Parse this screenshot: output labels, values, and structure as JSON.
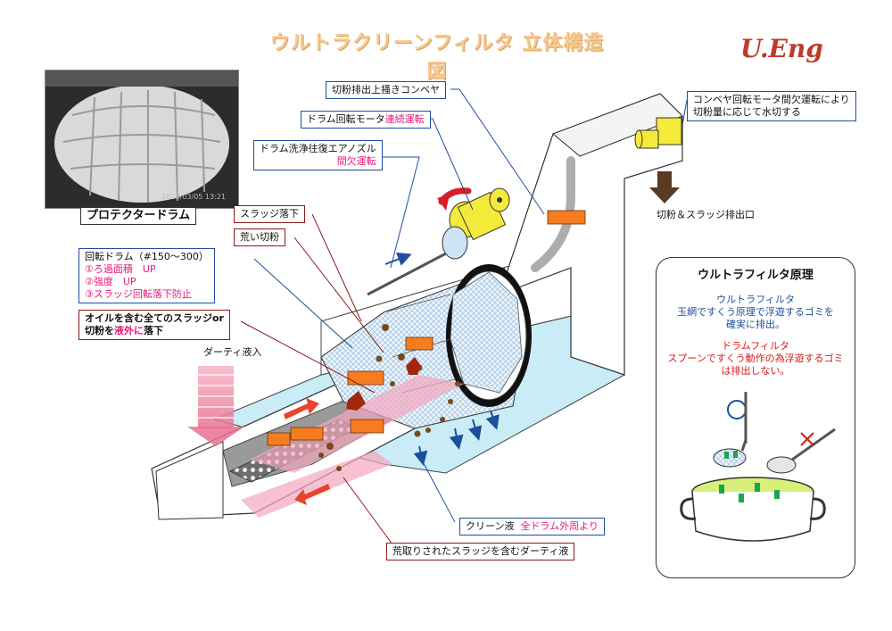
{
  "title": "ウルトラクリーンフィルタ 立体構造図",
  "logo": "U.Eng",
  "photo": {
    "date_stamp": "2013/03/05 13:21"
  },
  "labels": {
    "protector_drum": "プロテクタードラム",
    "conveyor": "切粉排出上掻きコンベヤ",
    "drum_motor_prefix": "ドラム回転モータ",
    "drum_motor_mode": "連続運転",
    "air_nozzle_line1": "ドラム洗浄往復エアノズル",
    "air_nozzle_mode": "間欠運転",
    "conveyor_motor_line1": "コンベヤ回転モータ間欠運転により",
    "conveyor_motor_line2": "切粉量に応じて水切する",
    "discharge": "切粉＆スラッジ排出口",
    "sludge_drop": "スラッジ落下",
    "coarse_chips": "荒い切粉",
    "rotating_drum_title": "回転ドラム（#150～300）",
    "rotating_drum_item1": "①ろ過面積　UP",
    "rotating_drum_item2": "②強度　UP",
    "rotating_drum_item3": "③スラッジ回転落下防止",
    "oil_sludge_line1": "オイルを含む全てのスラッジor",
    "oil_sludge_line2_a": "切粉を",
    "oil_sludge_line2_b": "液外に",
    "oil_sludge_line2_c": "落下",
    "dirty_inflow": "ダーティ液入",
    "clean_liquid_prefix": "クリーン液",
    "clean_liquid_suffix": "全ドラム外周より",
    "dirty_outflow": "荒取りされたスラッジを含むダーティ液"
  },
  "principle": {
    "title": "ウルトラフィルタ原理",
    "ultra_head": "ウルトラフィルタ",
    "ultra_line1": "玉網ですくう原理で浮遊するゴミを",
    "ultra_line2": "確実に排出。",
    "drum_head": "ドラムフィルタ",
    "drum_line1": "スプーンですくう動作の為浮遊するゴミ",
    "drum_line2": "は排出しない。"
  },
  "colors": {
    "accent_blue": "#1f4e9c",
    "accent_pink": "#e6197a",
    "accent_red": "#d91a1a",
    "orange": "#f57c1f",
    "water": "#c9ecf6"
  }
}
